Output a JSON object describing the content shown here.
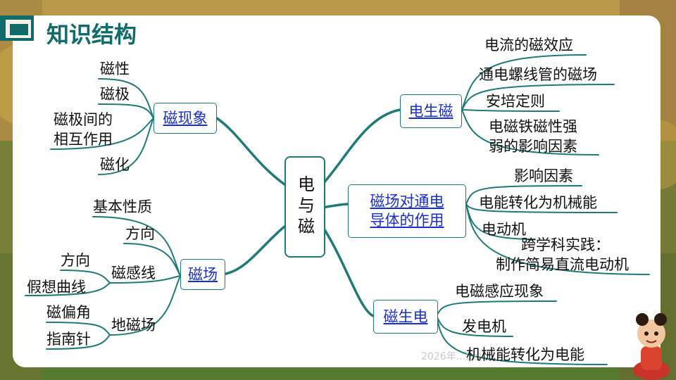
{
  "slide": {
    "title": "知识结构",
    "center": "电与磁",
    "watermark": "2026年...5秒"
  },
  "left": {
    "magnet_phenomena": {
      "label": "磁现象",
      "items": [
        "磁性",
        "磁极",
        "磁极间的",
        "相互作用",
        "磁化"
      ]
    },
    "magnetic_field": {
      "label": "磁场",
      "items": {
        "basic": "基本性质",
        "direction": "方向",
        "induction_lines": "磁感线",
        "induction_direction": "方向",
        "imaginary_curve": "假想曲线",
        "earth_field": "地磁场",
        "declination": "磁偏角",
        "compass": "指南针"
      }
    }
  },
  "right": {
    "electromagnetism": {
      "label": "电生磁",
      "items": [
        "电流的磁效应",
        "通电螺线管的磁场",
        "安培定则",
        "电磁铁磁性强",
        "弱的影响因素"
      ]
    },
    "force_on_conductor": {
      "label_line1": "磁场对通电",
      "label_line2": "导体的作用",
      "items": [
        "影响因素",
        "电能转化为机械能",
        "电动机",
        "跨学科实践：",
        "制作简易直流电动机"
      ]
    },
    "induction": {
      "label": "磁生电",
      "items": [
        "电磁感应现象",
        "发电机",
        "机械能转化为电能"
      ]
    }
  },
  "colors": {
    "accent": "#1f7a78",
    "link": "#1a2fd0",
    "title": "#0f6c6a"
  },
  "icons": [
    "title-marker-icon",
    "mascot-character-icon"
  ]
}
